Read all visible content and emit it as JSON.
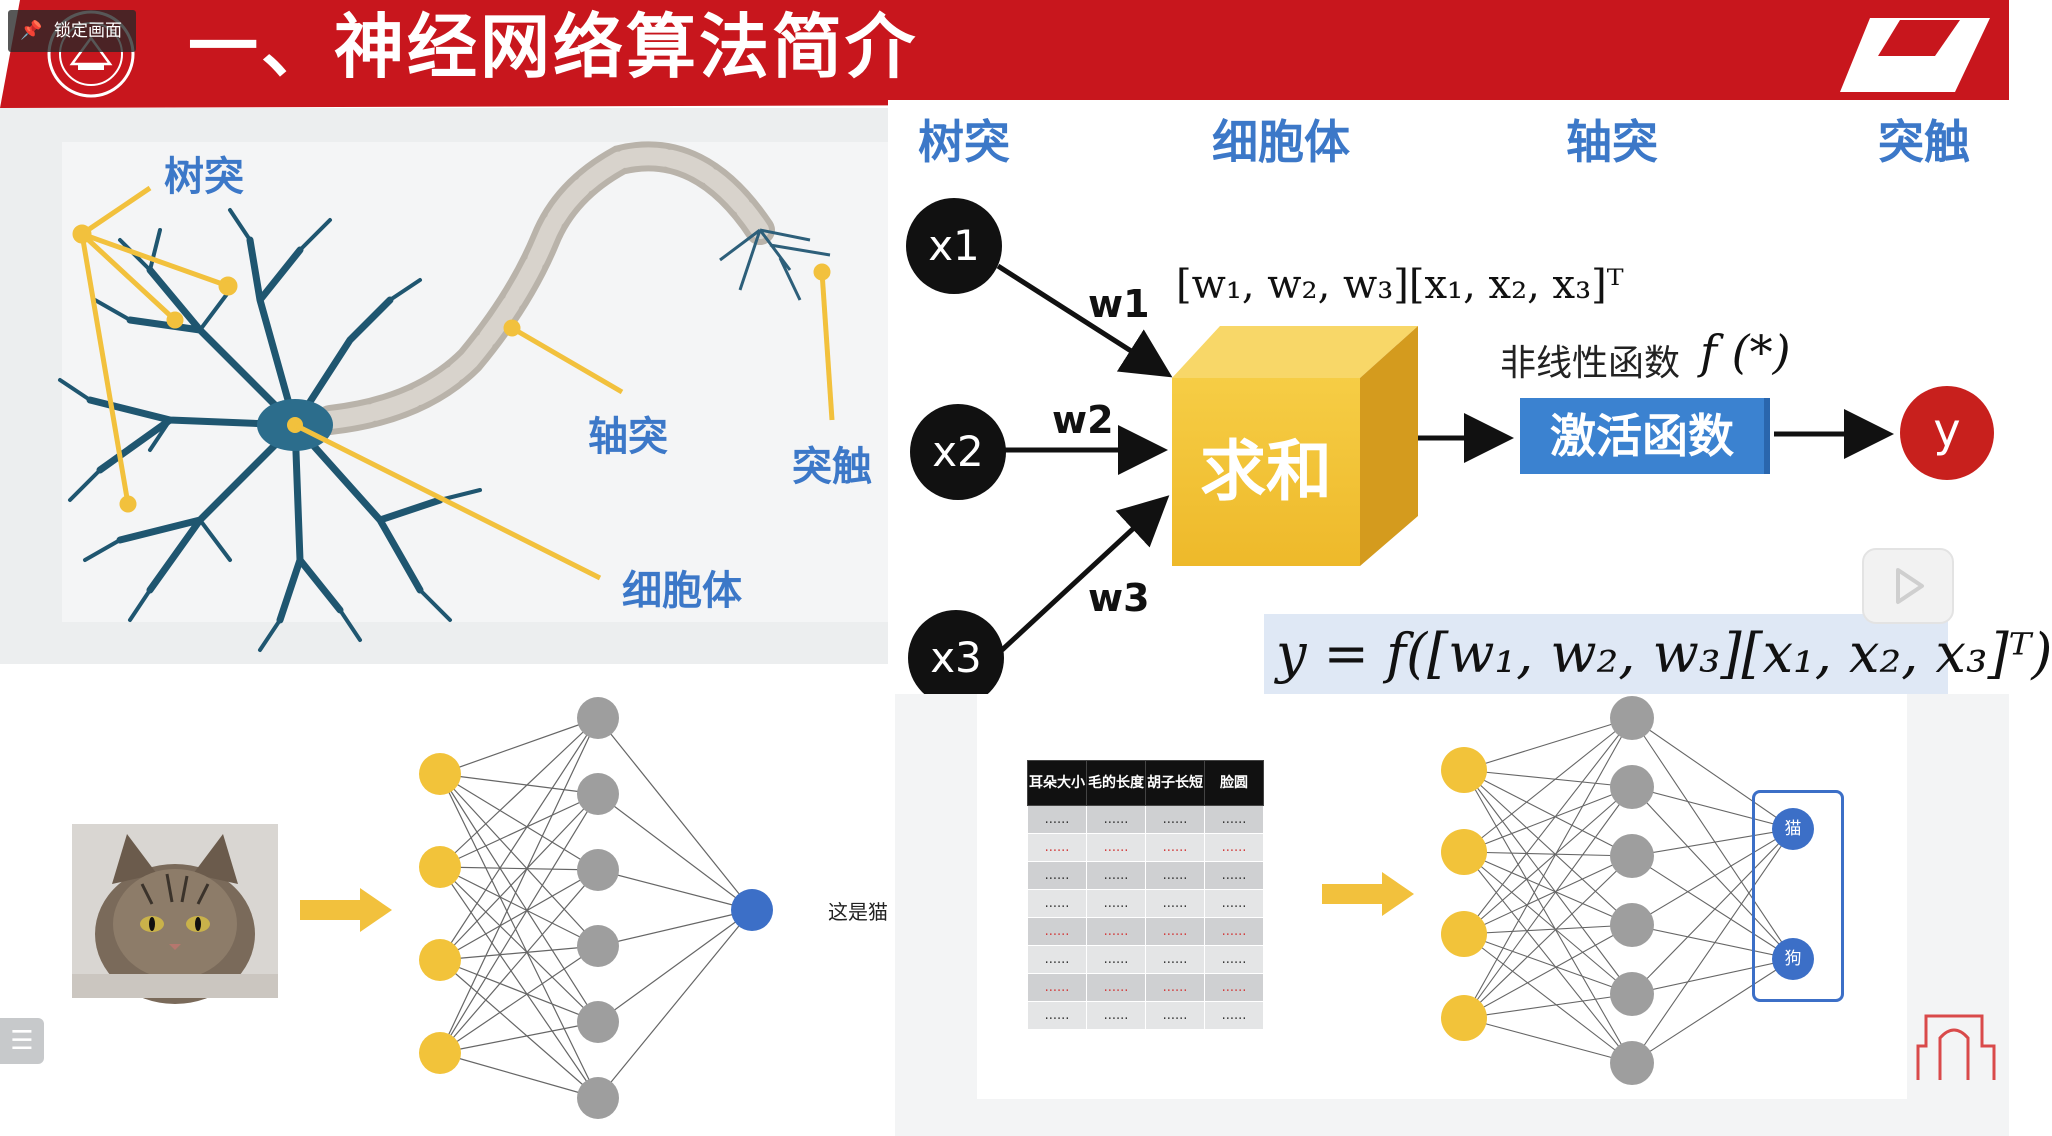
{
  "slide": {
    "title": "一、神经网络算法简介",
    "accent_red": "#c8161d",
    "lock_button": {
      "icon": "pin-icon",
      "label": "锁定画面"
    }
  },
  "neuron_panel": {
    "labels": {
      "dendrite": "树突",
      "axon": "轴突",
      "synapse": "突触",
      "cell_body": "细胞体"
    },
    "line_color": "#f2c13d"
  },
  "perceptron_panel": {
    "headers": [
      "树突",
      "细胞体",
      "轴突",
      "突触"
    ],
    "inputs": [
      "x1",
      "x2",
      "x3"
    ],
    "weights": [
      "w1",
      "w2",
      "w3"
    ],
    "sum_label": "求和",
    "nonlinear_label": "非线性函数",
    "nonlinear_symbol": "f (*)",
    "activation_label": "激活函数",
    "output_label": "y",
    "formula_top": "[w₁, w₂, w₃][x₁, x₂, x₃]ᵀ",
    "formula_bottom": "y = f([w₁, w₂, w₃][x₁, x₂, x₃]ᵀ)"
  },
  "cat_network_panel": {
    "result_text": "这是猫",
    "input_count": 4,
    "hidden_count": 6,
    "output_count": 1
  },
  "classifier_panel": {
    "table_headers": [
      "耳朵大小",
      "毛的长度",
      "胡子长短",
      "脸圆"
    ],
    "table_rows": [
      [
        "......",
        "......",
        "......",
        "......"
      ],
      [
        "......",
        "......",
        "......",
        "......"
      ],
      [
        "......",
        "......",
        "......",
        "......"
      ],
      [
        "......",
        "......",
        "......",
        "......"
      ],
      [
        "......",
        "......",
        "......",
        "......"
      ],
      [
        "......",
        "......",
        "......",
        "......"
      ],
      [
        "......",
        "......",
        "......",
        "......"
      ],
      [
        "......",
        "......",
        "......",
        "......"
      ]
    ],
    "outputs": [
      "猫",
      "狗"
    ]
  },
  "overlay": {
    "menu_icon": "list-icon",
    "play_icon": "play-icon"
  }
}
